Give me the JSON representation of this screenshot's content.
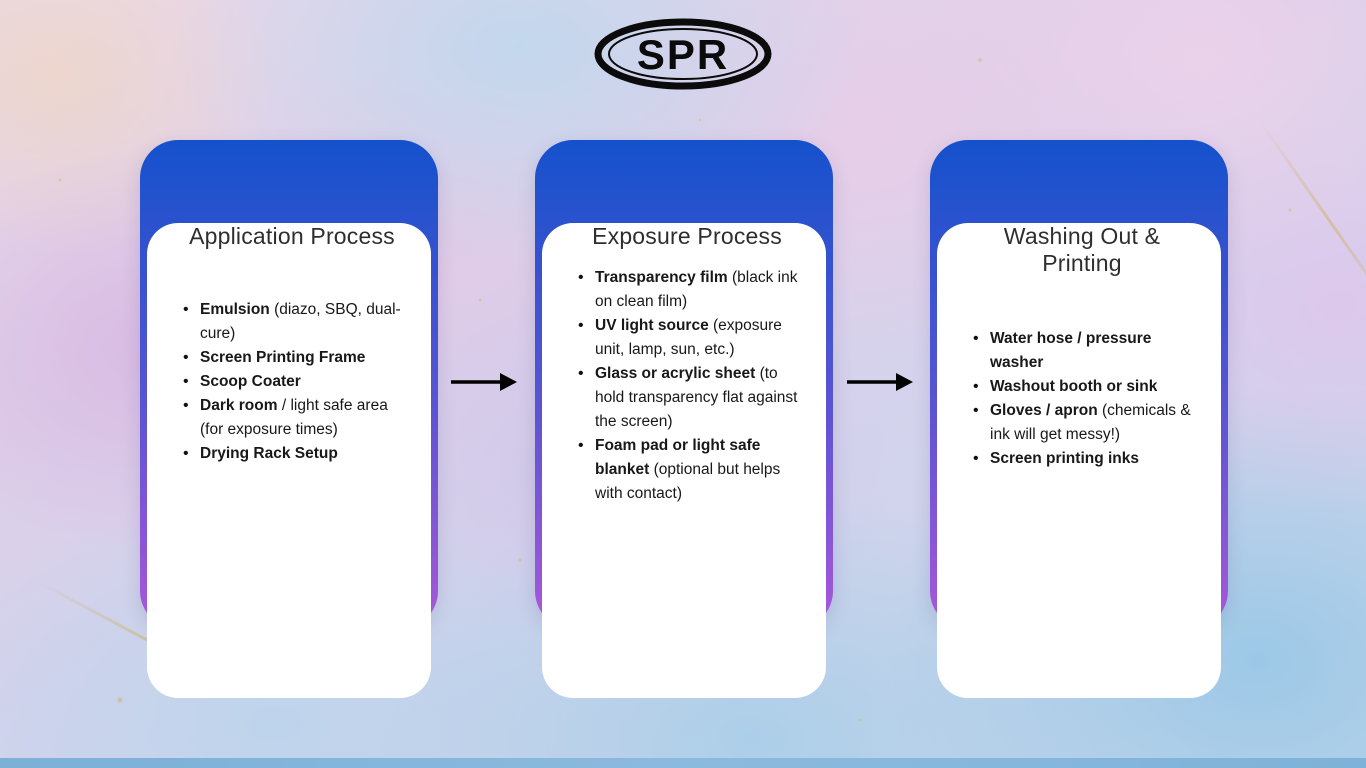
{
  "logo": {
    "text": "SPR"
  },
  "accent": {
    "card_border_gradient_top": "#1551cc",
    "card_border_gradient_bottom": "#a958d8",
    "card_background": "#ffffff",
    "arrow_color": "#000000",
    "title_color": "#2e2e2e"
  },
  "cards": [
    {
      "title": "Application Process",
      "items": [
        {
          "bold": "Emulsion",
          "text": " (diazo, SBQ, dual-cure)"
        },
        {
          "bold": "Screen Printing Frame",
          "text": ""
        },
        {
          "bold": "Scoop Coater",
          "text": ""
        },
        {
          "bold": "Dark room",
          "text": " / light safe area (for exposure times)"
        },
        {
          "bold": "Drying Rack Setup",
          "text": ""
        }
      ]
    },
    {
      "title": "Exposure Process",
      "items": [
        {
          "bold": "Transparency film",
          "text": " (black ink on clean film)"
        },
        {
          "bold": "UV light source",
          "text": " (exposure unit, lamp, sun, etc.)"
        },
        {
          "bold": "Glass or acrylic sheet",
          "text": " (to hold transparency flat against the screen)"
        },
        {
          "bold": "Foam pad or light safe blanket",
          "text": " (optional but helps with contact)"
        }
      ]
    },
    {
      "title": "Washing Out & Printing",
      "items": [
        {
          "bold": "Water hose / pressure washer",
          "text": ""
        },
        {
          "bold": "Washout booth or sink",
          "text": ""
        },
        {
          "bold": "Gloves / apron",
          "text": " (chemicals & ink will get messy!)"
        },
        {
          "bold": "Screen printing inks",
          "text": ""
        }
      ]
    }
  ]
}
